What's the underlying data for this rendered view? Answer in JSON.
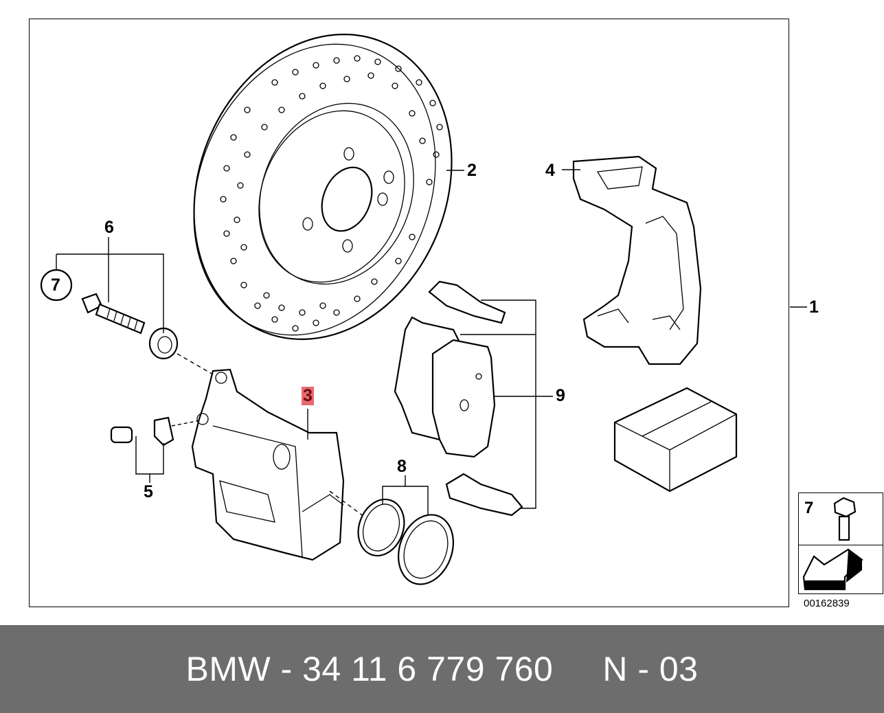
{
  "callouts": {
    "c1": "1",
    "c2": "2",
    "c3": "3",
    "c4": "4",
    "c5": "5",
    "c6": "6",
    "c7": "7",
    "c8": "8",
    "c9": "9"
  },
  "reference_box": {
    "number": "7"
  },
  "image_id": "00162839",
  "footer": {
    "text": "BMW - 34 11 6 779 760     N - 03"
  },
  "colors": {
    "footer_bg": "#6d6d6d",
    "highlight": "#e86a70"
  }
}
